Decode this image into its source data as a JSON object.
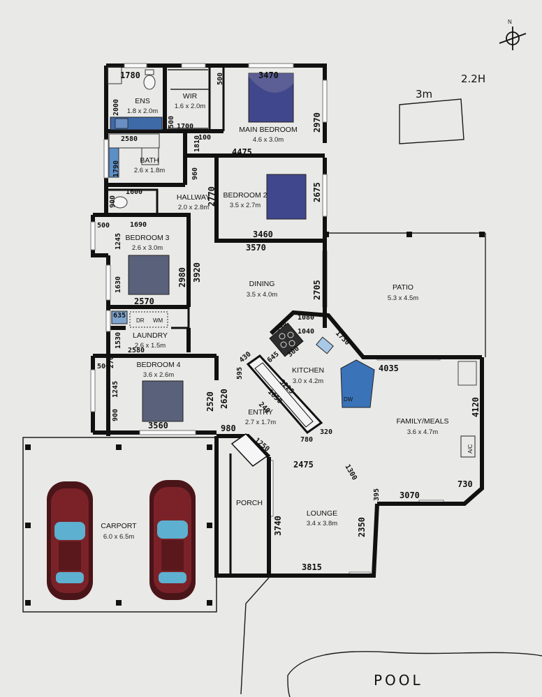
{
  "rooms": {
    "ens": {
      "name": "ENS",
      "size": "1.8 x 2.0m"
    },
    "wir": {
      "name": "WIR",
      "size": "1.6 x 2.0m"
    },
    "main_bedroom": {
      "name": "MAIN BEDROOM",
      "size": "4.6 x 3.0m"
    },
    "bath": {
      "name": "BATH",
      "size": "2.6 x 1.8m"
    },
    "hallway": {
      "name": "HALLWAY",
      "size": "2.0 x 2.8m"
    },
    "bedroom2": {
      "name": "BEDROOM 2",
      "size": "3.5 x 2.7m"
    },
    "bedroom3": {
      "name": "BEDROOM 3",
      "size": "2.6 x 3.0m"
    },
    "dining": {
      "name": "DINING",
      "size": "3.5 x 4.0m"
    },
    "patio": {
      "name": "PATIO",
      "size": "5.3 x 4.5m"
    },
    "laundry": {
      "name": "LAUNDRY",
      "size": "2.6 x 1.5m"
    },
    "kitchen": {
      "name": "KITCHEN",
      "size": "3.0 x 4.2m"
    },
    "bedroom4": {
      "name": "BEDROOM 4",
      "size": "3.6 x 2.6m"
    },
    "entry": {
      "name": "ENTRY",
      "size": "2.7 x 1.7m"
    },
    "family": {
      "name": "FAMILY/MEALS",
      "size": "3.6 x 4.7m"
    },
    "carport": {
      "name": "CARPORT",
      "size": "6.0 x 6.5m"
    },
    "porch": {
      "name": "PORCH",
      "size": ""
    },
    "lounge": {
      "name": "LOUNGE",
      "size": "3.4 x 3.8m"
    }
  },
  "fixtures": {
    "dryer": "DR",
    "washer": "WM",
    "dishwasher": "DW",
    "aircon": "A/C"
  },
  "compass": {
    "label": "N"
  },
  "notes": {
    "shed_size": "3m",
    "shed_label": "2.2H",
    "pool": "POOL"
  },
  "dims": {
    "d1780": "1780",
    "d3470": "3470",
    "d2000": "2000",
    "d2970": "2970",
    "d500a": "500",
    "d1700": "1700",
    "d500b": "500",
    "d1810": "1810",
    "d100": "100",
    "d4475": "4475",
    "d2580a": "2580",
    "d1790": "1790",
    "d960": "960",
    "d2770": "2770",
    "d2675": "2675",
    "d1600": "1600",
    "d900a": "900",
    "d500c": "500",
    "d1690": "1690",
    "d1245a": "1245",
    "d3460": "3460",
    "d3570": "3570",
    "d1630": "1630",
    "d2980": "2980",
    "d3920": "3920",
    "d2570": "2570",
    "d2705": "2705",
    "d635": "635",
    "d1080": "1080",
    "d940": "940",
    "d1040": "1040",
    "d1530": "1530",
    "d2580b": "2580",
    "d1730": "1730",
    "d300": "300",
    "d645": "645",
    "d430": "430",
    "d595": "595",
    "d4035": "4035",
    "d500d": "500",
    "d270": "270",
    "d3225": "3225",
    "d1650": "1650",
    "d1245b": "1245",
    "d2620": "2620",
    "d2520": "2520",
    "d4120": "4120",
    "d240": "240",
    "d900b": "900",
    "d3560": "3560",
    "d980": "980",
    "d780": "780",
    "d320": "320",
    "d1250": "1250",
    "d2475": "2475",
    "d1300": "1300",
    "d395": "395",
    "d3070": "3070",
    "d730": "730",
    "d3740": "3740",
    "d2350": "2350",
    "d3815": "3815"
  }
}
